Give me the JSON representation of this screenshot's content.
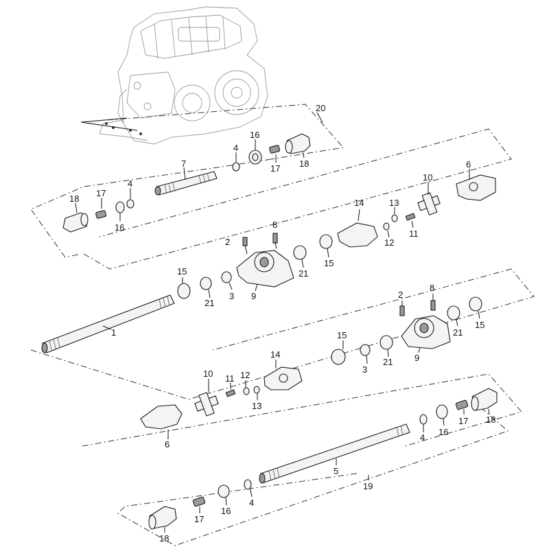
{
  "diagram": {
    "callouts": {
      "c20": "20",
      "c7": "7",
      "c4a": "4",
      "c16a": "16",
      "c17a": "17",
      "c18a": "18",
      "c18b": "18",
      "c17b": "17",
      "c4b": "4",
      "c16b": "16",
      "c6a": "6",
      "c10a": "10",
      "c14a": "14",
      "c13a": "13",
      "c12a": "12",
      "c11a": "11",
      "c8a": "8",
      "c2a": "2",
      "c21a": "21",
      "c15a": "15",
      "c9a": "9",
      "c15b": "15",
      "c21b": "21",
      "c3a": "3",
      "c1": "1",
      "c2b": "2",
      "c8b": "8",
      "c21c": "21",
      "c15c": "15",
      "c9b": "9",
      "c15d": "15",
      "c3b": "3",
      "c21d": "21",
      "c14b": "14",
      "c10b": "10",
      "c11b": "11",
      "c12b": "12",
      "c13b": "13",
      "c6b": "6",
      "c18c": "18",
      "c17c": "17",
      "c16c": "16",
      "c4c": "4",
      "c5": "5",
      "c19": "19",
      "c18d": "18",
      "c17d": "17",
      "c16d": "16",
      "c4d": "4"
    }
  }
}
